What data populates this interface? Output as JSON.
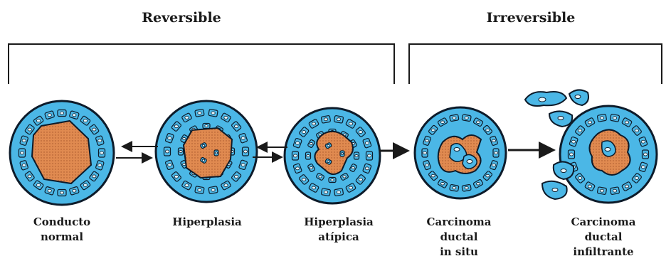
{
  "headers": {
    "reversible": "Reversible",
    "irreversible": "Irreversible"
  },
  "stages": [
    {
      "lines": [
        "Conducto",
        "normal"
      ]
    },
    {
      "lines": [
        "Hiperplasia"
      ]
    },
    {
      "lines": [
        "Hiperplasia",
        "atípica"
      ]
    },
    {
      "lines": [
        "Carcinoma",
        "ductal",
        "in situ"
      ]
    },
    {
      "lines": [
        "Carcinoma",
        "ductal",
        "infiltrante"
      ]
    }
  ],
  "colors": {
    "cell_fill": "#4bb7e6",
    "lumen_fill": "#e08a50",
    "nucleus_fill": "#eaf7fd",
    "outline": "#0d1b2a"
  }
}
